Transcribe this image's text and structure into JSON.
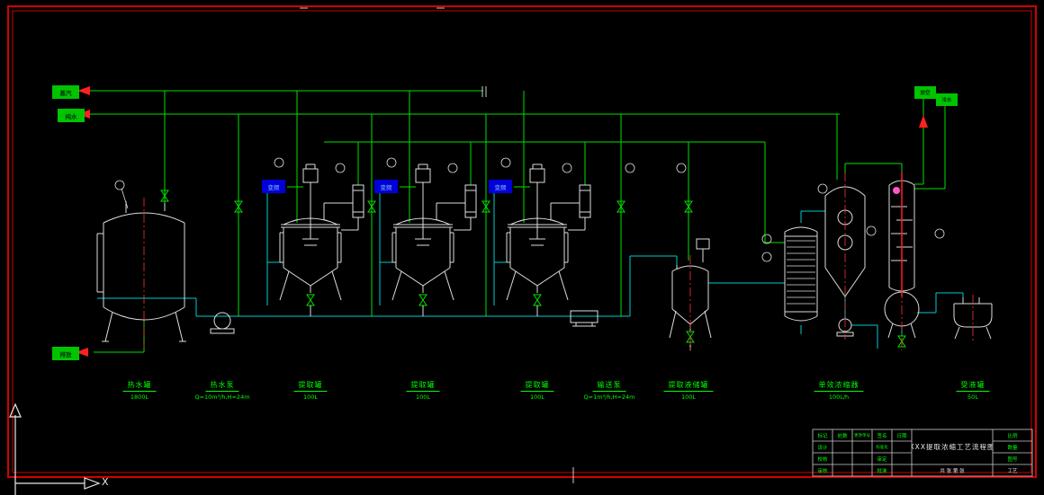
{
  "drawing": {
    "background": "#000000",
    "frame_color": "#d40000",
    "pipe_color": "#00e000",
    "process_color": "#00cccc",
    "equipment_color": "#dddddd",
    "accent_red": "#ff2020"
  },
  "streams": {
    "steam": {
      "label": "蒸汽"
    },
    "water": {
      "label": "纯水"
    },
    "drain": {
      "label": "排放"
    },
    "vent": {
      "label": "放空"
    },
    "cooling": {
      "label": "冷水"
    }
  },
  "vfd_label": "变频",
  "equipment": [
    {
      "name": "热水罐",
      "spec": "1800L"
    },
    {
      "name": "热水泵",
      "spec": "Q=10m³/h,H=24m"
    },
    {
      "name": "提取罐",
      "spec": "100L"
    },
    {
      "name": "提取罐",
      "spec": "100L"
    },
    {
      "name": "提取罐",
      "spec": "100L"
    },
    {
      "name": "输送泵",
      "spec": "Q=1m³/h,H=24m"
    },
    {
      "name": "提取液储罐",
      "spec": "100L"
    },
    {
      "name": "单效浓缩器",
      "spec": "100L/h"
    },
    {
      "name": "受液罐",
      "spec": "50L"
    }
  ],
  "axis": {
    "x_label": "X"
  },
  "title_block": {
    "title": "XXX提取浓缩工艺流程图",
    "header_row": [
      "标记",
      "处数",
      "更改单号",
      "签名",
      "日期"
    ],
    "left_col": [
      "设计",
      "校核",
      "审核"
    ],
    "mid_col": [
      "标准化",
      "审定",
      "批准"
    ],
    "right_cells": [
      "比例",
      "数量",
      "图号",
      "工艺"
    ],
    "sheet_label": "共 张 第 张"
  }
}
